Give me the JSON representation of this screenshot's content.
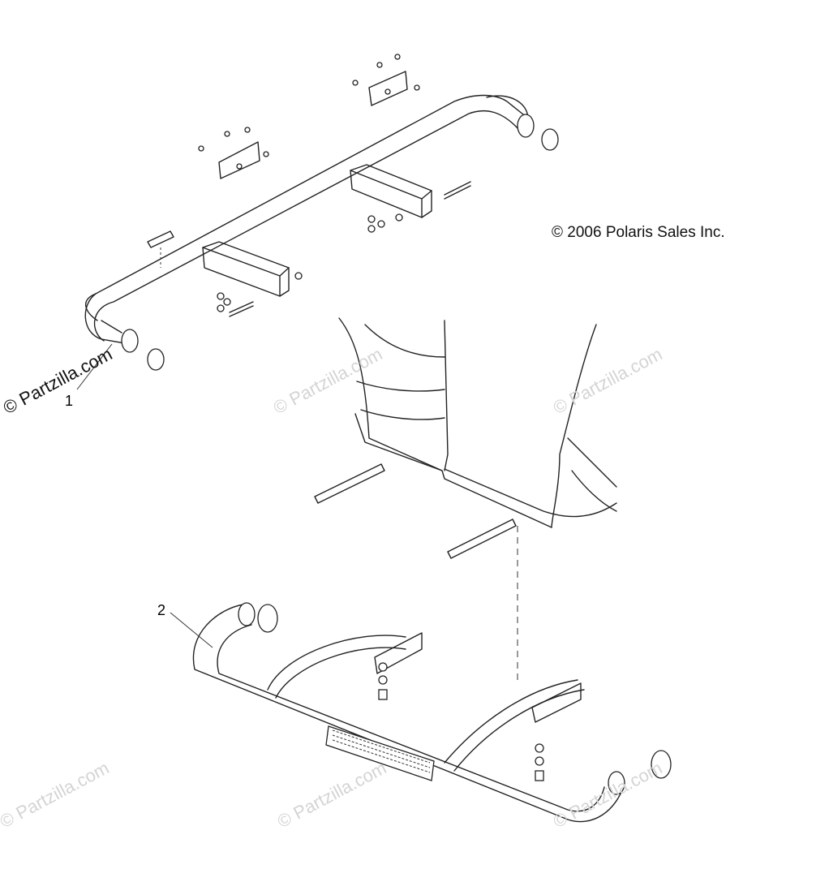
{
  "diagram": {
    "copyright": "© 2006 Polaris Sales Inc.",
    "callouts": [
      {
        "id": "callout-1",
        "text": "1"
      },
      {
        "id": "callout-2",
        "text": "2"
      }
    ],
    "watermarks": {
      "primary": "© Partzilla.com",
      "faint": "© Partzilla.com"
    }
  }
}
